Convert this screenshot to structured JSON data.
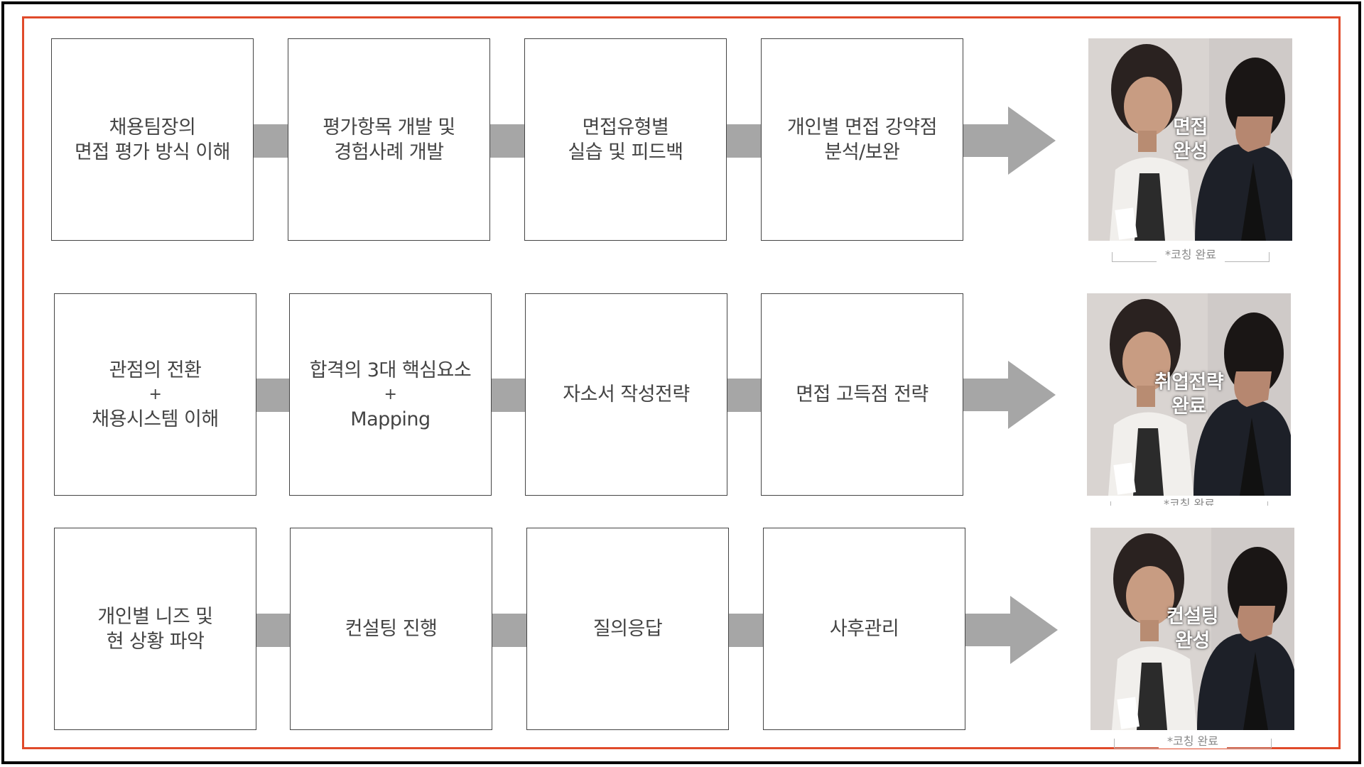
{
  "colors": {
    "frame_outer": "#000000",
    "frame_inner": "#e04a2a",
    "connector": "#a6a6a6",
    "box_border": "#444444",
    "text": "#444444"
  },
  "rows": [
    {
      "steps": [
        {
          "lines": [
            "채용팀장의",
            "면접 평가 방식 이해"
          ]
        },
        {
          "lines": [
            "평가항목 개발 및",
            "경험사례 개발"
          ]
        },
        {
          "lines": [
            "면접유형별",
            "실습 및 피드백"
          ]
        },
        {
          "lines": [
            "개인별 면접 강약점",
            "분석/보완"
          ]
        }
      ],
      "result": {
        "line1": "면접",
        "line2": "완성",
        "caption": "*코칭 완료"
      }
    },
    {
      "steps": [
        {
          "lines": [
            "관점의 전환",
            "+",
            "채용시스템 이해"
          ]
        },
        {
          "lines": [
            "합격의 3대 핵심요소",
            "+",
            "Mapping"
          ]
        },
        {
          "lines": [
            "자소서 작성전략"
          ]
        },
        {
          "lines": [
            "면접 고득점 전략"
          ]
        }
      ],
      "result": {
        "line1": "취업전략",
        "line2": "완료",
        "caption": "*코칭 완료"
      }
    },
    {
      "steps": [
        {
          "lines": [
            "개인별 니즈 및",
            "현 상황 파악"
          ]
        },
        {
          "lines": [
            "컨설팅 진행"
          ]
        },
        {
          "lines": [
            "질의응답"
          ]
        },
        {
          "lines": [
            "사후관리"
          ]
        }
      ],
      "result": {
        "line1": "컨설팅",
        "line2": "완성",
        "caption": "*코칭 완료"
      }
    }
  ]
}
